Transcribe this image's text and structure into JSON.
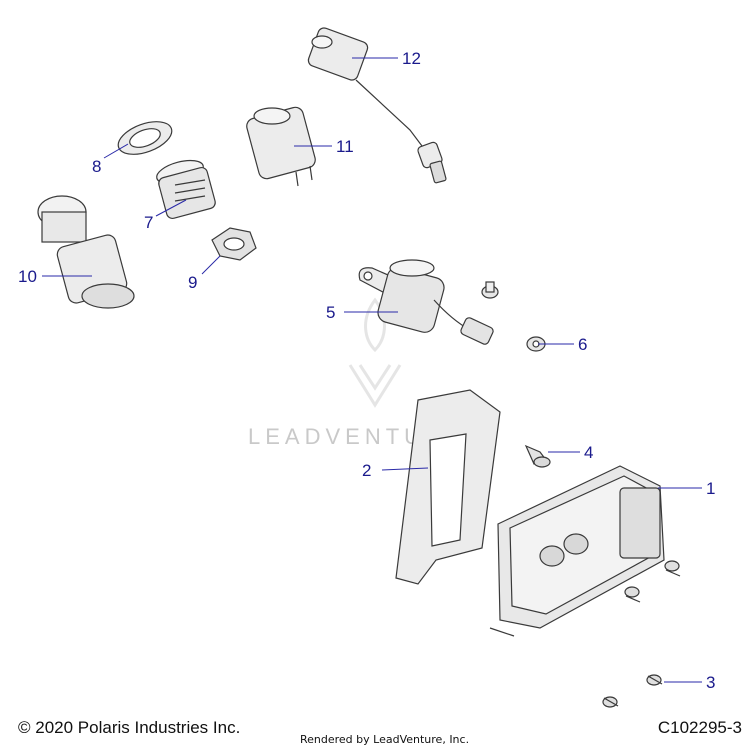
{
  "watermark": {
    "text": "LEADVENTURE"
  },
  "footer": {
    "copyright": "© 2020 Polaris Industries Inc.",
    "rendered_by": "Rendered by LeadVenture, Inc.",
    "diagram_code": "C102295-3"
  },
  "callouts": [
    {
      "id": "1",
      "label": "1"
    },
    {
      "id": "2",
      "label": "2"
    },
    {
      "id": "3",
      "label": "3"
    },
    {
      "id": "4",
      "label": "4"
    },
    {
      "id": "5",
      "label": "5"
    },
    {
      "id": "6",
      "label": "6"
    },
    {
      "id": "7",
      "label": "7"
    },
    {
      "id": "8",
      "label": "8"
    },
    {
      "id": "9",
      "label": "9"
    },
    {
      "id": "10",
      "label": "10"
    },
    {
      "id": "11",
      "label": "11"
    },
    {
      "id": "12",
      "label": "12"
    }
  ],
  "colors": {
    "callout": "#1a1a8c",
    "leader": "#2a2aa8",
    "part_fill": "#ececec",
    "part_stroke": "#3a3a3a"
  }
}
